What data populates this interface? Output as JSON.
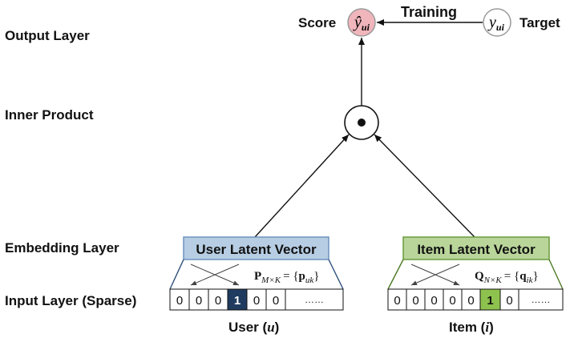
{
  "layers": {
    "output": "Output Layer",
    "inner": "Inner Product",
    "embedding": "Embedding Layer",
    "input": "Input Layer (Sparse)"
  },
  "top": {
    "score": "Score",
    "training": "Training",
    "target": "Target",
    "y_hat_sym": "ŷ",
    "y_sym": "y",
    "sub": "ui"
  },
  "user": {
    "vector_title": "User Latent Vector",
    "matrix_letter": "P",
    "matrix_sub": "M×K",
    "matrix_eq": "= {",
    "matrix_elem": "p",
    "matrix_elem_sub": "uk",
    "matrix_close": "}",
    "cells": [
      "0",
      "0",
      "0",
      "1",
      "0",
      "0",
      "……"
    ],
    "label_prefix": "User (",
    "label_var": "u",
    "label_suffix": ")"
  },
  "item": {
    "vector_title": "Item Latent Vector",
    "matrix_letter": "Q",
    "matrix_sub": "N×K",
    "matrix_eq": "= {",
    "matrix_elem": "q",
    "matrix_elem_sub": "ik",
    "matrix_close": "}",
    "cells": [
      "0",
      "0",
      "0",
      "0",
      "1",
      "0",
      "……"
    ],
    "label_prefix": "Item (",
    "label_var": "i",
    "label_suffix": ")"
  },
  "colors": {
    "user_box": "#b7cde3",
    "user_box_border": "#6d93bd",
    "user_active": "#1f3b5f",
    "item_box": "#b9d59a",
    "item_box_border": "#6a9b3e",
    "item_active": "#8ec24e",
    "score_fill": "#f0b6bc",
    "score_stroke": "#9a9a9a"
  }
}
